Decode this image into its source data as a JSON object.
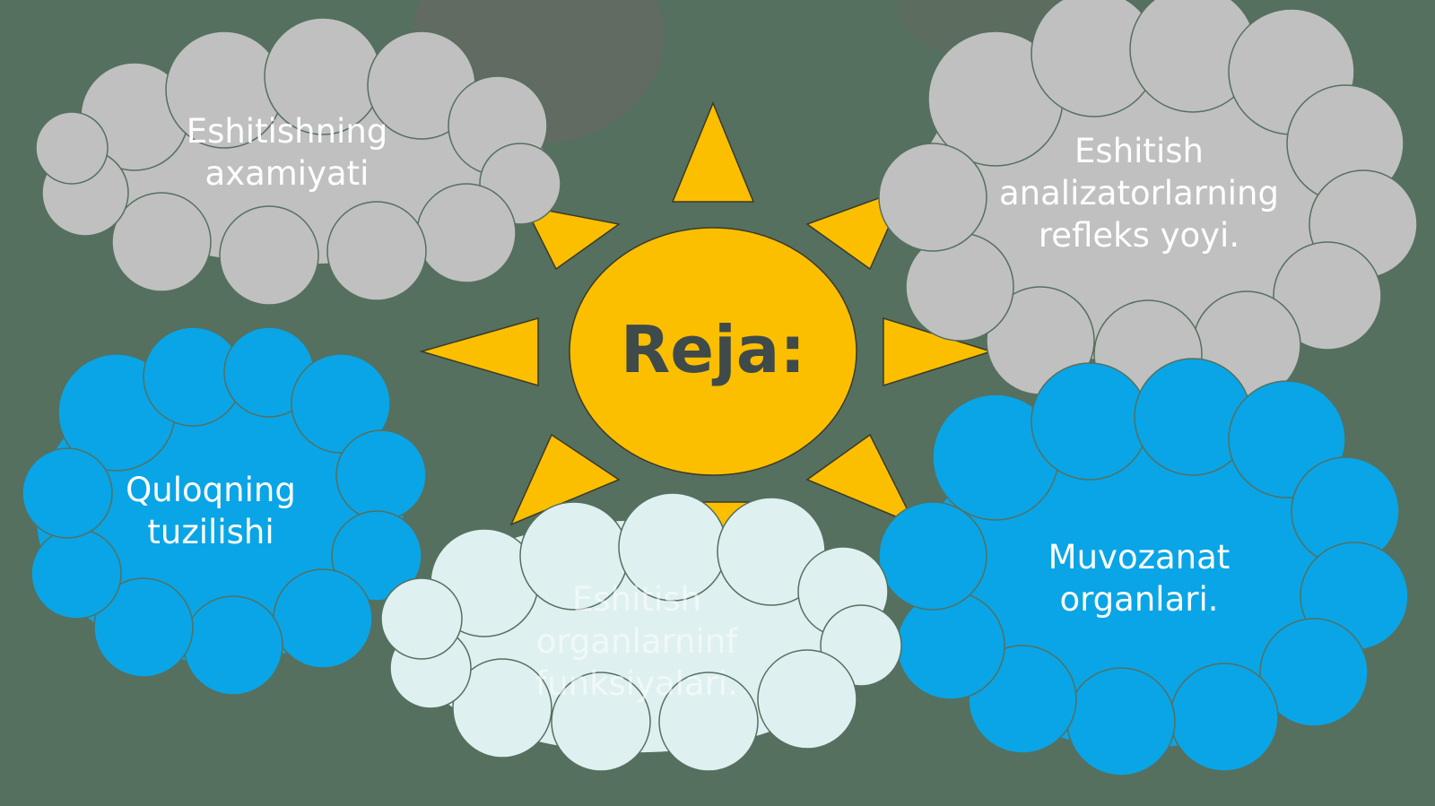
{
  "colors": {
    "background": "#55705f",
    "sun": "#fcbf00",
    "cloud_gray": "#c0c0c0",
    "cloud_blue": "#0aa5e6",
    "cloud_pale": "#dff0f1",
    "title_text": "#3f4a4a"
  },
  "center": {
    "title": "Reja:"
  },
  "clouds": {
    "top_left": {
      "lines": [
        "Eshitishning",
        "axamiyati"
      ]
    },
    "top_right": {
      "lines": [
        "Eshitish",
        "analizatorlarning",
        "refleks yoyi."
      ]
    },
    "mid_left": {
      "lines": [
        "Quloqning",
        "tuzilishi"
      ]
    },
    "bottom_center": {
      "lines": [
        "Eshitish",
        "organlarninf",
        "funksiyalari."
      ]
    },
    "bottom_right": {
      "lines": [
        "Muvozanat",
        "organlari."
      ]
    }
  }
}
